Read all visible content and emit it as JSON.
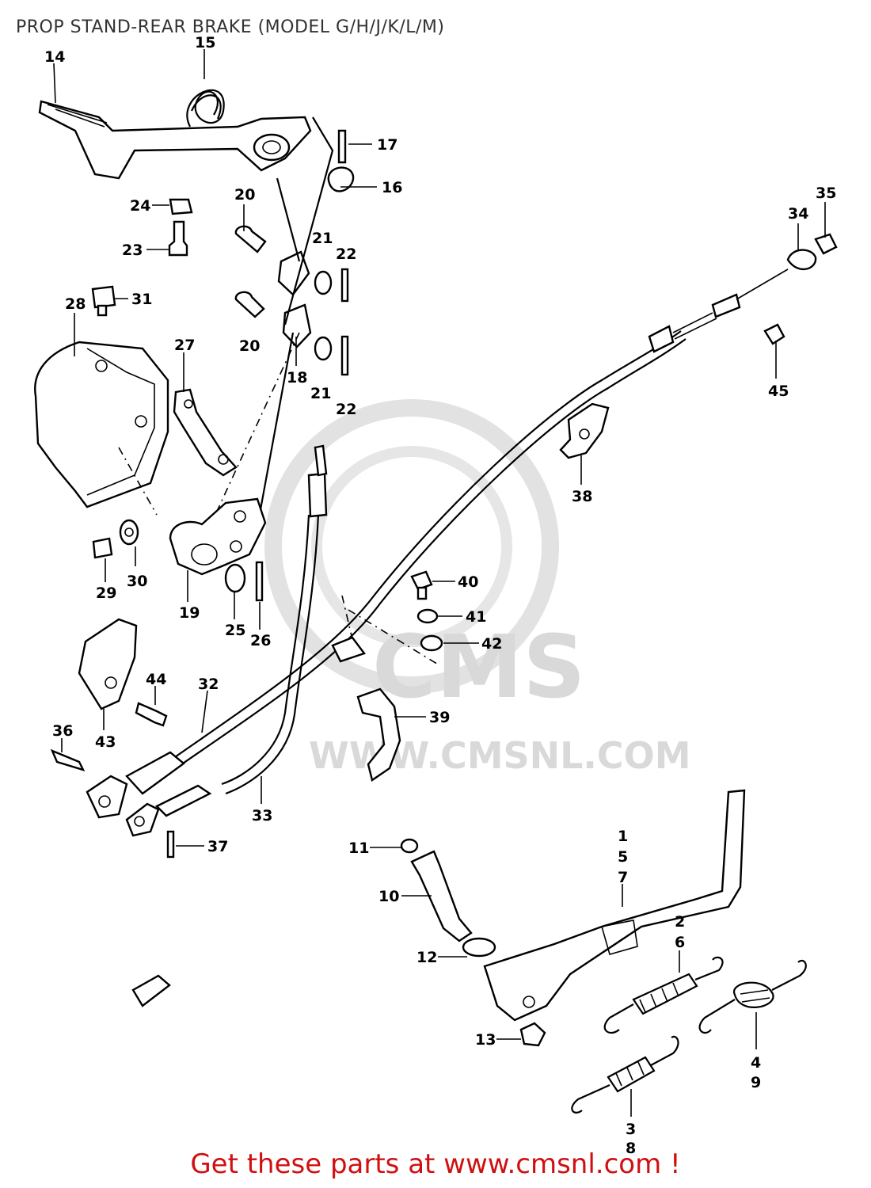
{
  "title": "PROP STAND-REAR BRAKE (MODEL G/H/J/K/L/M)",
  "footer": "Get these parts at www.cmsnl.com !",
  "watermark": {
    "brand": "CMS",
    "url": "WWW.CMSNL.COM"
  },
  "callouts": {
    "c14": "14",
    "c15": "15",
    "c17": "17",
    "c16": "16",
    "c24": "24",
    "c23": "23",
    "c20a": "20",
    "c21a": "21",
    "c22a": "22",
    "c31": "31",
    "c28": "28",
    "c20b": "20",
    "c18": "18",
    "c21b": "21",
    "c22b": "22",
    "c27": "27",
    "c35": "35",
    "c34": "34",
    "c45": "45",
    "c38": "38",
    "c29": "29",
    "c30": "30",
    "c19": "19",
    "c25": "25",
    "c26": "26",
    "c40": "40",
    "c41": "41",
    "c42": "42",
    "c44": "44",
    "c43": "43",
    "c32": "32",
    "c39": "39",
    "c36": "36",
    "c33": "33",
    "c37": "37",
    "c11": "11",
    "c10": "10",
    "c12": "12",
    "c13": "13",
    "c1": "1",
    "c5": "5",
    "c7": "7",
    "c2": "2",
    "c6": "6",
    "c4": "4",
    "c9": "9",
    "c3": "3",
    "c8": "8"
  },
  "colors": {
    "footer": "#d01010",
    "title": "#333333",
    "watermark": "#d9d9d9"
  }
}
